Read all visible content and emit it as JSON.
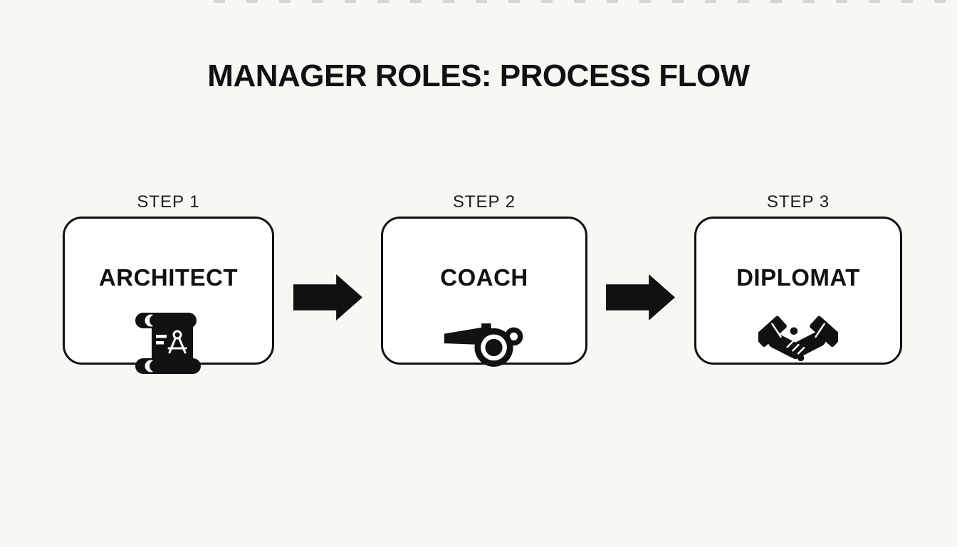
{
  "page": {
    "title": "MANAGER ROLES: PROCESS FLOW"
  },
  "colors": {
    "background": "#f7f7f4",
    "card_background": "#ffffff",
    "ink": "#111111"
  },
  "steps": [
    {
      "step_label": "STEP 1",
      "role": "ARCHITECT",
      "icon": "blueprint-scroll-icon"
    },
    {
      "step_label": "STEP 2",
      "role": "COACH",
      "icon": "whistle-icon"
    },
    {
      "step_label": "STEP 3",
      "role": "DIPLOMAT",
      "icon": "handshake-icon"
    }
  ],
  "connectors": [
    {
      "type": "arrow-right",
      "from": "ARCHITECT",
      "to": "COACH"
    },
    {
      "type": "arrow-right",
      "from": "COACH",
      "to": "DIPLOMAT"
    }
  ]
}
